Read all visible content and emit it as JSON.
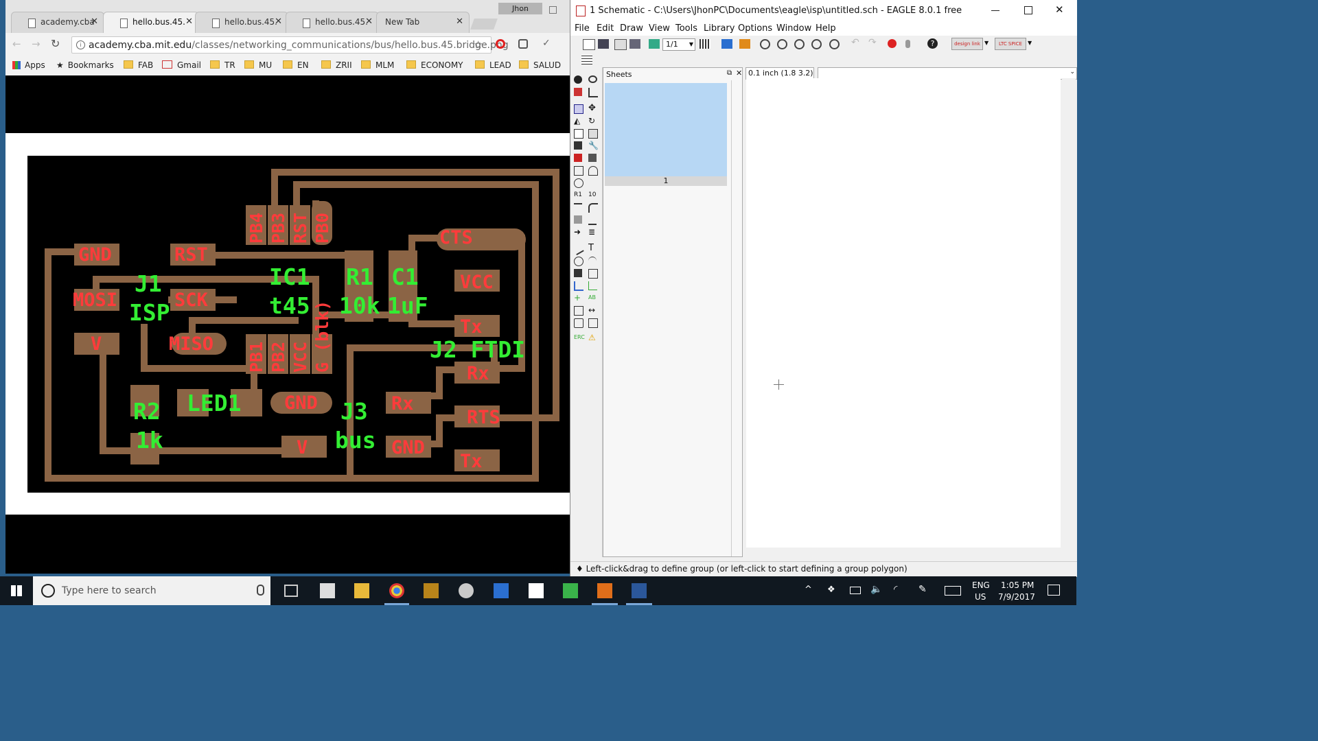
{
  "chrome": {
    "profile": "Jhon",
    "tabs": [
      {
        "label": "academy.cba",
        "active": false
      },
      {
        "label": "hello.bus.45.",
        "active": true
      },
      {
        "label": "hello.bus.45.",
        "active": false
      },
      {
        "label": "hello.bus.45.",
        "active": false
      },
      {
        "label": "New Tab",
        "active": false
      }
    ],
    "url_host": "academy.cba.mit.edu",
    "url_path": "/classes/networking_communications/bus/hello.bus.45.bridge.png",
    "bookmarks": [
      "Apps",
      "Bookmarks",
      "FAB",
      "Gmail",
      "TR",
      "MU",
      "EN",
      "ZRII",
      "MLM",
      "ECONOMY",
      "LEAD",
      "SALUD"
    ]
  },
  "pcb": {
    "pad_labels": [
      "GND",
      "RST",
      "MOSI",
      "SCK",
      "V",
      "MISO",
      "GND",
      "PB4",
      "PB3",
      "RST",
      "PB0",
      "PB1",
      "PB2",
      "VCC",
      "G (blk)",
      "CTS",
      "VCC",
      "Tx",
      "Rx",
      "RTS",
      "Tx",
      "Rx",
      "GND",
      "V"
    ],
    "part_labels": [
      "J1",
      "ISP",
      "IC1",
      "t45",
      "R1",
      "10k",
      "C1",
      "1uF",
      "J2 FTDI",
      "R2",
      "1k",
      "LED1",
      "J3",
      "bus"
    ]
  },
  "eagle": {
    "title": "1 Schematic - C:\\Users\\JhonPC\\Documents\\eagle\\isp\\untitled.sch - EAGLE 8.0.1 free",
    "menu": [
      "File",
      "Edit",
      "Draw",
      "View",
      "Tools",
      "Library",
      "Options",
      "Window",
      "Help"
    ],
    "sheet_select": "1/1",
    "sheets_panel_title": "Sheets",
    "sheet_number": "1",
    "grid_readout": "0.1 inch (1.8 3.2)",
    "status": "♦ Left-click&drag to define group (or left-click to start defining a group polygon)",
    "toolbar_design_link": "design link",
    "toolbar_ltc": "LTC SPICE"
  },
  "taskbar": {
    "search_placeholder": "Type here to search",
    "lang": "ENG",
    "region": "US",
    "time": "1:05 PM",
    "date": "7/9/2017"
  },
  "colors": {
    "pcb_bg": "#000000",
    "trace": "#8b6445",
    "pad_label": "#ff3b3b",
    "part_label": "#33ee33",
    "sheet_thumb": "#b7d7f4"
  }
}
